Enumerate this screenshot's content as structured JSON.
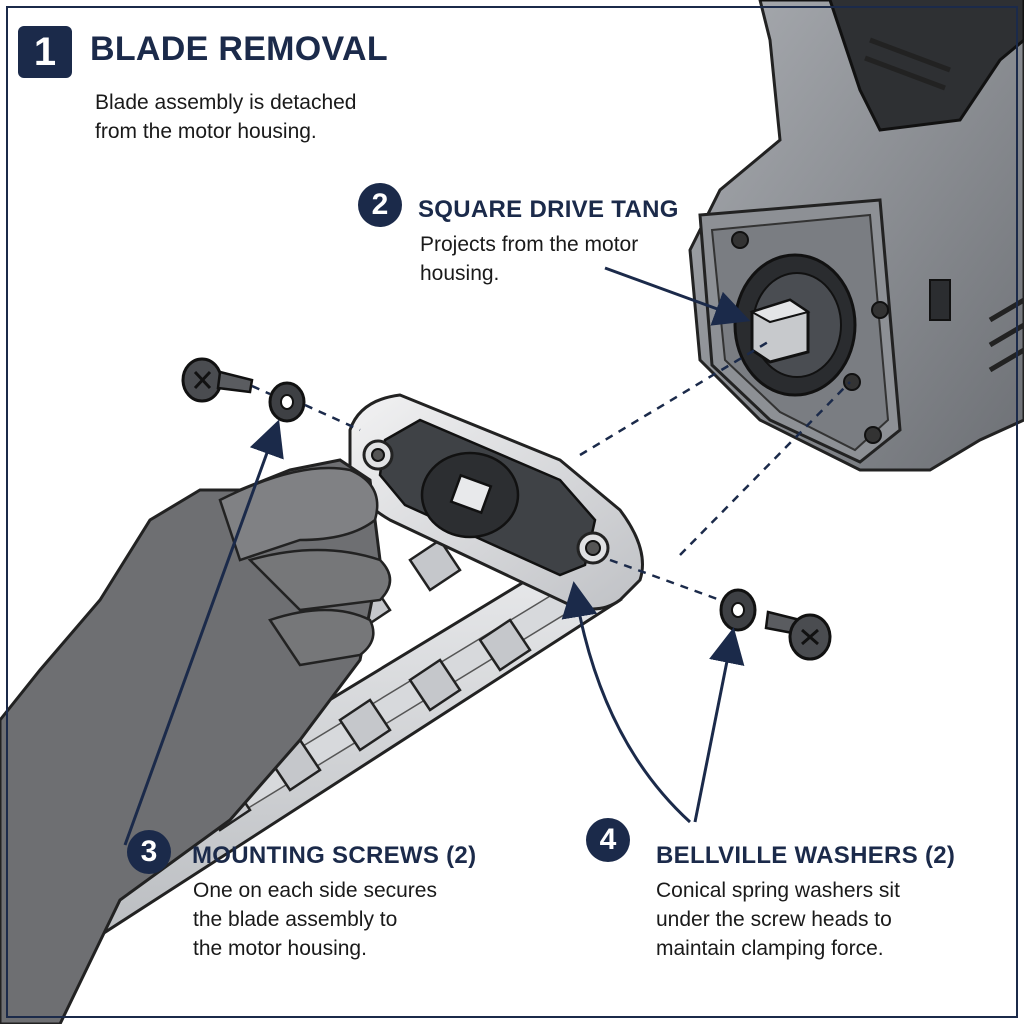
{
  "steps": [
    {
      "number": "1",
      "title": "BLADE REMOVAL",
      "body": "Blade assembly is detached\nfrom the motor housing."
    },
    {
      "number": "2",
      "title": "SQUARE DRIVE TANG",
      "body": "Projects from the motor\nhousing."
    },
    {
      "number": "3",
      "title": "MOUNTING SCREWS (2)",
      "body": "One on each side secures\nthe blade assembly to\nthe motor housing."
    },
    {
      "number": "4",
      "title": "BELLVILLE WASHERS (2)",
      "body": "Conical spring washers sit\nunder the screw heads to\nmaintain clamping force."
    }
  ],
  "colors": {
    "accent": "#1b2a4a",
    "metal_dark": "#5a5d62",
    "metal_light": "#c9cbcf",
    "glove": "#6e6f72"
  }
}
